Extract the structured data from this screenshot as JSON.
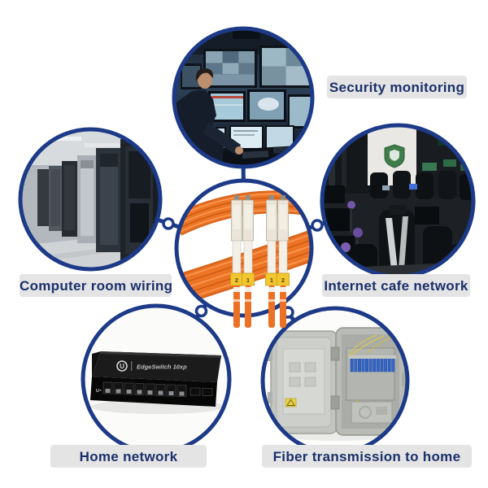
{
  "colors": {
    "circle_border": "#1c3a87",
    "label_background": "#e4e4e4",
    "label_text": "#1b2f6b",
    "cable_orange": "#ee7425",
    "page_background": "#ffffff"
  },
  "nodes": [
    {
      "id": "security-monitoring",
      "label": "Security monitoring"
    },
    {
      "id": "computer-room-wiring",
      "label": "Computer room wiring"
    },
    {
      "id": "internet-cafe-network",
      "label": "Internet cafe network"
    },
    {
      "id": "home-network",
      "label": "Home network"
    },
    {
      "id": "fiber-transmission-to-home",
      "label": "Fiber transmission to home"
    }
  ],
  "center": {
    "subject": "orange duplex LC fiber optic patch cable",
    "tags": [
      "2",
      "1",
      "1",
      "2"
    ]
  },
  "home_network_device": {
    "brand_logo": "U",
    "model_text": "EdgeSwitch 10xp"
  }
}
